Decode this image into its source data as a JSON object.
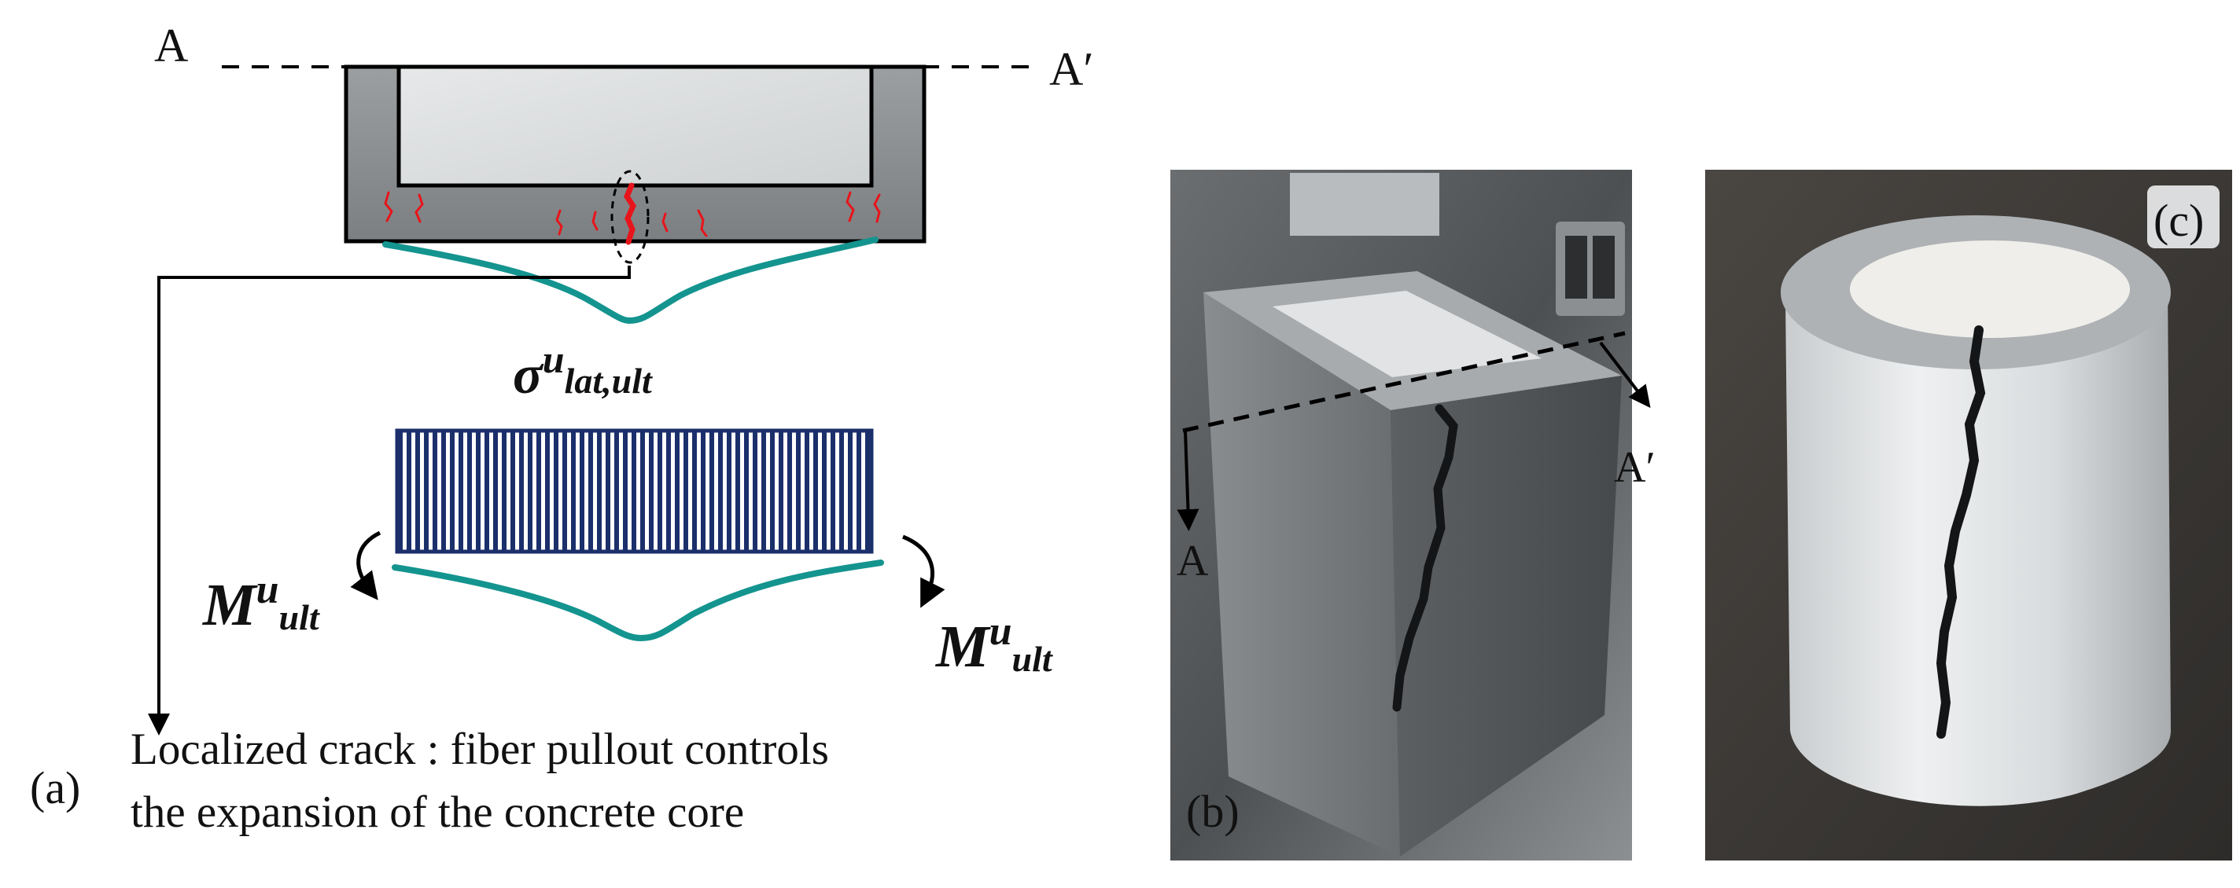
{
  "panel_a": {
    "label": "(a)",
    "section_left": "A",
    "section_right": "A′",
    "stress_symbol": "σ",
    "stress_superscript": "u",
    "stress_subscript": "lat,ult",
    "moment_symbol": "M",
    "moment_superscript": "u",
    "moment_subscript": "ult",
    "caption_line1": "Localized crack : fiber pullout controls",
    "caption_line2": "the expansion of the concrete core"
  },
  "panel_b": {
    "label": "(b)",
    "section_left": "A",
    "section_right": "A′"
  },
  "panel_c": {
    "label": "(c)"
  },
  "colors": {
    "crack_red": "#e8141b",
    "deflection_teal": "#14948f",
    "stress_block_navy": "#1b2f6b",
    "concrete_gray": "#8e9193",
    "core_light": "#dcdfe0"
  }
}
